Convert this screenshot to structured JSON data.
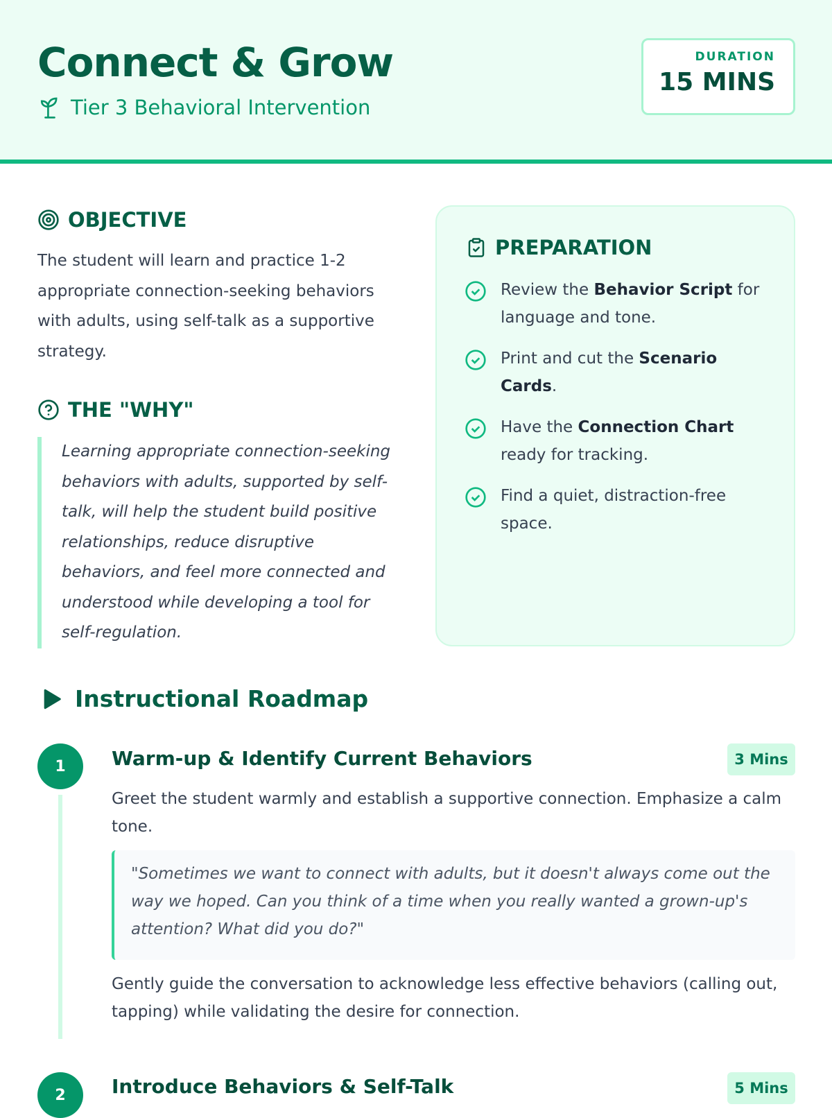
{
  "header": {
    "title": "Connect & Grow",
    "subtitle": "Tier 3 Behavioral Intervention",
    "duration_label": "DURATION",
    "duration_value": "15 MINS"
  },
  "objective": {
    "heading": "OBJECTIVE",
    "text": "The student will learn and practice 1-2 appropriate connection-seeking behaviors with adults, using self-talk as a supportive strategy."
  },
  "why": {
    "heading": "THE \"WHY\"",
    "text": "Learning appropriate connection-seeking behaviors with adults, supported by self-talk, will help the student build positive relationships, reduce disruptive behaviors, and feel more connected and understood while developing a tool for self-regulation."
  },
  "preparation": {
    "heading": "PREPARATION",
    "items": [
      {
        "pre": "Review the ",
        "bold": "Behavior Script",
        "post": " for language and tone."
      },
      {
        "pre": "Print and cut the ",
        "bold": "Scenario Cards",
        "post": "."
      },
      {
        "pre": "Have the ",
        "bold": "Connection Chart",
        "post": " ready for tracking."
      },
      {
        "pre": "Find a quiet, distraction-free space.",
        "bold": "",
        "post": ""
      }
    ]
  },
  "roadmap": {
    "heading": "Instructional Roadmap",
    "steps": [
      {
        "number": "1",
        "title": "Warm-up & Identify Current Behaviors",
        "duration": "3 Mins",
        "intro": "Greet the student warmly and establish a supportive connection. Emphasize a calm tone.",
        "quote": "\"Sometimes we want to connect with adults, but it doesn't always come out the way we hoped. Can you think of a time when you really wanted a grown-up's attention? What did you do?\"",
        "outro": "Gently guide the conversation to acknowledge less effective behaviors (calling out, tapping) while validating the desire for connection."
      },
      {
        "number": "2",
        "title": "Introduce Behaviors & Self-Talk",
        "duration": "5 Mins"
      }
    ]
  }
}
